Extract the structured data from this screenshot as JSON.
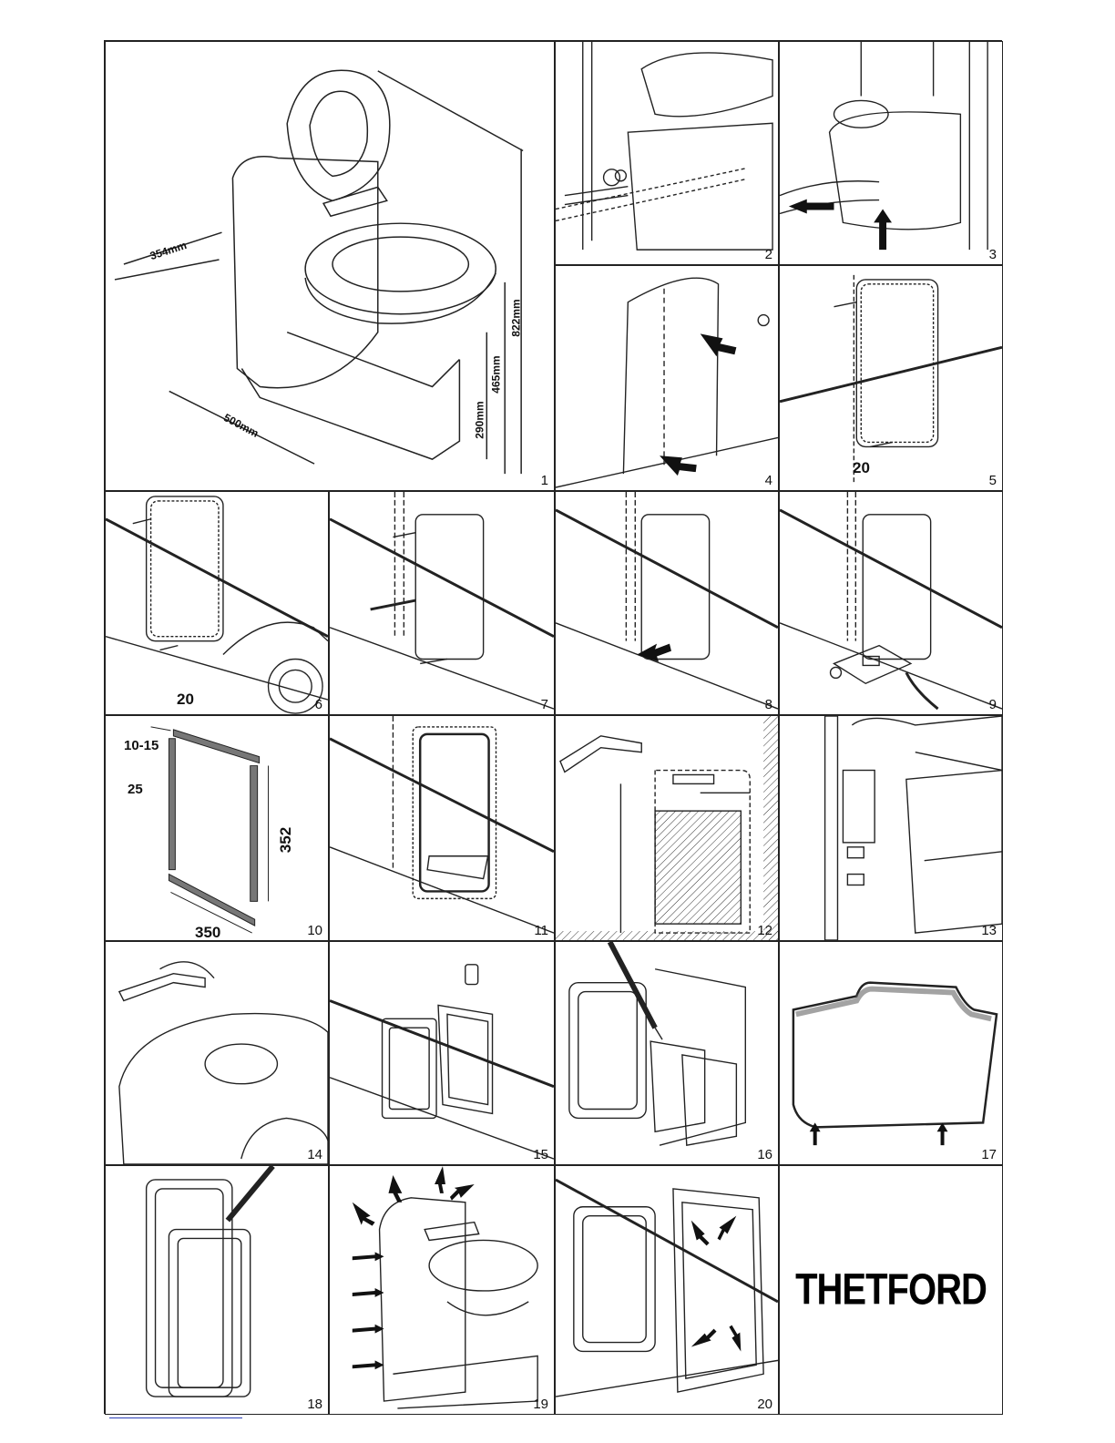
{
  "figure_numbers": [
    "1",
    "2",
    "3",
    "4",
    "5",
    "6",
    "7",
    "8",
    "9",
    "10",
    "11",
    "12",
    "13",
    "14",
    "15",
    "16",
    "17",
    "18",
    "19",
    "20"
  ],
  "fig1": {
    "width": "354mm",
    "depth": "500mm",
    "h1": "290mm",
    "h2": "465mm",
    "h3": "822mm"
  },
  "fig5": {
    "dim": "20"
  },
  "fig6": {
    "dim": "20"
  },
  "fig10": {
    "d1": "10-15",
    "d2": "25",
    "d3": "352",
    "d4": "350"
  },
  "brand": {
    "logo_text": "THETFORD"
  }
}
